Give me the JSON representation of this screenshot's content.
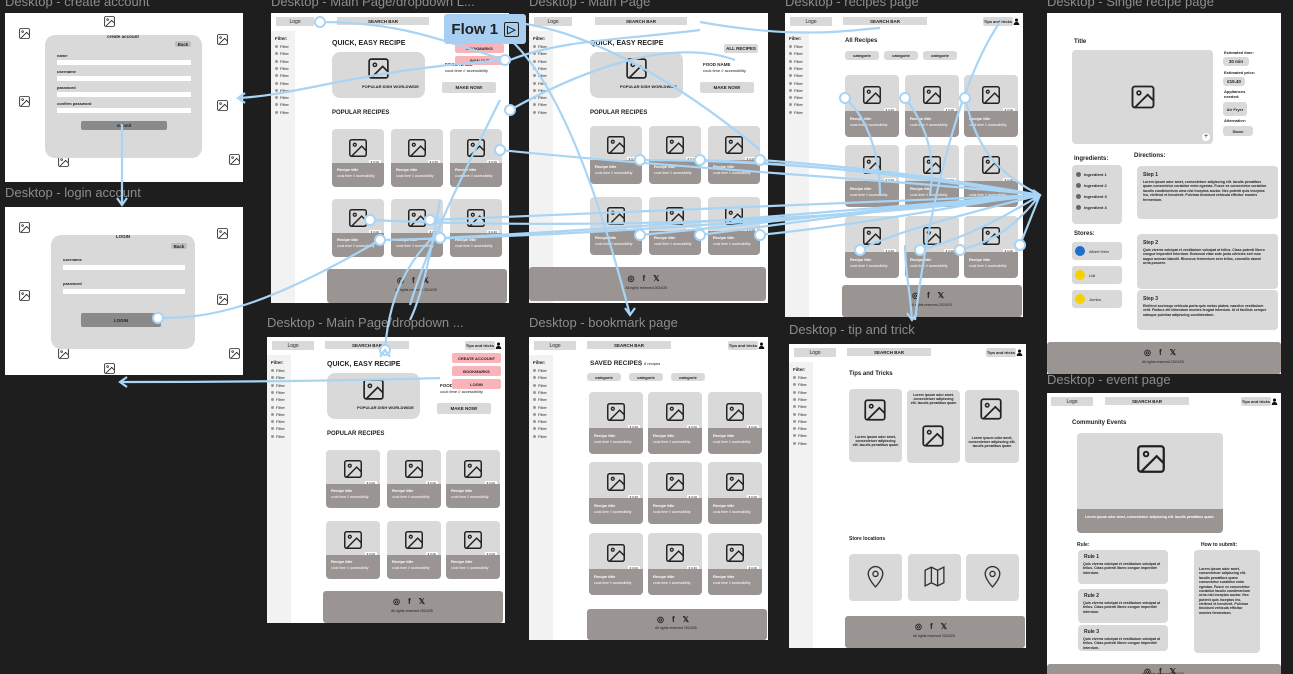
{
  "frames": {
    "create": {
      "label": "Desktop - create account",
      "title": "create account",
      "back": "Back",
      "fields": [
        "name",
        "username",
        "password",
        "confirm password"
      ],
      "submit": "submit"
    },
    "login": {
      "label": "Desktop - login account",
      "title": "LOGIN",
      "back": "Back",
      "fields": [
        "username",
        "password"
      ],
      "submit": "LOGIN"
    },
    "dropdown1": {
      "label": "Desktop - Main Page/dropdown L...",
      "items": [
        "BOOKMARKS",
        "SIGN OUT"
      ]
    },
    "main": {
      "label": "Desktop - Main Page"
    },
    "dropdown2": {
      "label": "Desktop - Main Page/dropdown ...",
      "items": [
        "CREATE ACCOUNT",
        "BOOKMARKS",
        "LOGIN"
      ]
    },
    "bookmark": {
      "label": "Desktop - bookmark page",
      "title": "SAVED RECIPES",
      "count": "6 recipes",
      "categories": [
        "categorie",
        "categorie",
        "categorie"
      ]
    },
    "recipes": {
      "label": "Desktop - recipes page",
      "title": "All Recipes",
      "categories": [
        "categorie",
        "categorie",
        "categorie"
      ]
    },
    "tips": {
      "label": "Desktop - tip and trick",
      "title": "Tips and Tricks",
      "stores": "Store locations",
      "lorem": "Lorem ipsum odor amet, consectetuer adipiscing elit. Iaculis penatibus quam"
    },
    "single": {
      "label": "Desktop - Single recipe page",
      "title": "Title",
      "time_label": "Esitmated time:",
      "time": "30 min",
      "price_label": "Estimated price:",
      "price": "€15.40",
      "appliances": "Appliances needed:",
      "appliance": "Air Fryer",
      "alternative_label": "Alternative:",
      "alternative": "Stove",
      "ingredients": "Ingredients:",
      "ingredient_items": [
        "Ingredient 1",
        "Ingredient 2",
        "Ingredient 3",
        "Ingredient 4"
      ],
      "directions": "Directions:",
      "steps": [
        {
          "title": "Step 1",
          "text": "Lorem ipsum odor amet, consectetuer adipiscing elit. Iaculis penatibus quam consectetur curabitur enim egestas. Fusce ex consectetur curabitur iaculis condimentum urna nisl inceptos auctor. Nec potenti quis inceptos leo, eleifend et hendrerit. Pulvinar tincidunt vehicula efficitur montes fermentum."
        },
        {
          "title": "Step 2",
          "text": "Quis viverra volutpat et vestibulum volutpat ut tellus. Class potenti libero congue imperdiet interdum. Euismod vitae ante justo ultricies sed mus augue aenean blandit. Rhoncus fermentum sem tellus, convallis damni urna posuere."
        },
        {
          "title": "Step 3",
          "text": "Eleifend sociosqu vehicula porta quis metus platea; nascitur vestibulum velit. Finibus elit bibendum montes feugiat interdum. Id et facilisis semper natoque pulvinar adipiscing condimentum."
        }
      ],
      "stores_label": "Stores:",
      "stores": [
        "Albert Hein",
        "Lidl",
        "Jumbo"
      ]
    },
    "event": {
      "label": "Desktop - event page",
      "title": "Community Events",
      "caption": "Lorem ipsum odor amet, consectetuer adipiscing elit. Iaculis penatibus quam",
      "rule_label": "Rule:",
      "rules": [
        {
          "title": "Rule 1",
          "text": "Quis viverra volutpat et vestibulum volutpat ut tellus. Class potenti libero congue imperdiet interdum."
        },
        {
          "title": "Rule 2",
          "text": "Quis viverra volutpat et vestibulum volutpat ut tellus. Class potenti libero congue imperdiet interdum."
        },
        {
          "title": "Rule 3",
          "text": "Quis viverra volutpat et vestibulum volutpat ut tellus. Class potenti libero congue imperdiet interdum."
        }
      ],
      "submit_label": "How to submit:",
      "submit_text": "Lorem ipsum odor amet, consectetuer adipiscing elit. Iaculis penatibus quam consectetur curabitur enim egestas. Fusce ex consectetur curabitur iaculis condimentum urna nisl inceptos auctor. Nec potenti quis inceptos leo, eleifend et hendrerit. Pulvinar tincidunt vehicula efficitur montes fermentum."
    }
  },
  "common": {
    "logo": "Logo",
    "search": "SEARCH BAR",
    "tips": "Tips and tricks",
    "filter_title": "Filter:",
    "filter": "Filter",
    "quick": "QUICK, EASY RECIPE",
    "popular_dish": "POPULAR DISH WORLDWIDE",
    "food_name": "FOOD NAME",
    "cook_time": "cook time // accessibility",
    "make_now": "MAKE NOW!",
    "all_recipes": "ALL RECIPES",
    "popular": "POPULAR RECIPES",
    "recipe_title": "Recipe title",
    "price": "€ 0.00",
    "rights": "All rights reserved 2024/25"
  },
  "flow": {
    "label": "Flow 1"
  },
  "colors": {
    "canvas": "#1e1e1e",
    "flow_line": "#a8d4f5",
    "dropdown": "#f8b4b9",
    "card_bottom": "#9a9493"
  }
}
